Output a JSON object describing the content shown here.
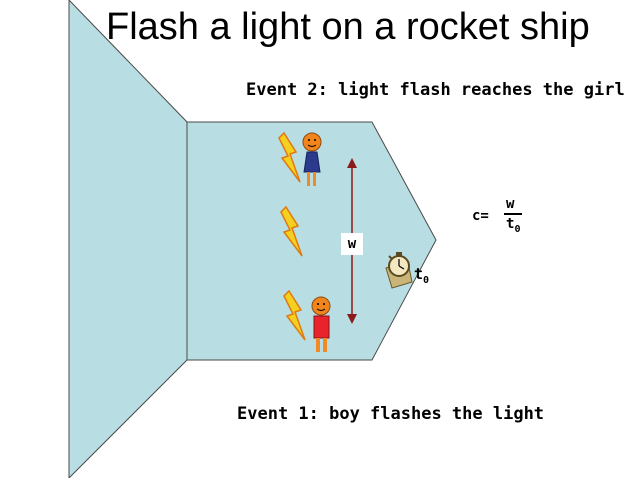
{
  "title": "Flash a light on a rocket ship",
  "event2": "Event 2: light flash reaches the girl",
  "event1": "Event 1: boy flashes the light",
  "width_label": "w",
  "formula": {
    "c": "c=",
    "numerator": "w",
    "denominator": "t",
    "denominator_sub": "0"
  },
  "time_label": {
    "t": "t",
    "sub": "0"
  },
  "colors": {
    "rocket_fill": "#b8dde2",
    "outline": "#4a4a4a",
    "girl_dress": "#2b3a8c",
    "boy_shirt": "#e8232b",
    "face": "#f0851d",
    "legs": "#f08a24",
    "lightning": "#f5d020",
    "lightning_stroke": "#e07a10",
    "arrow": "#8b1a1a"
  },
  "icons": [
    "girl-figure",
    "boy-figure",
    "lightning-bolt-icon",
    "stopwatch-icon"
  ]
}
